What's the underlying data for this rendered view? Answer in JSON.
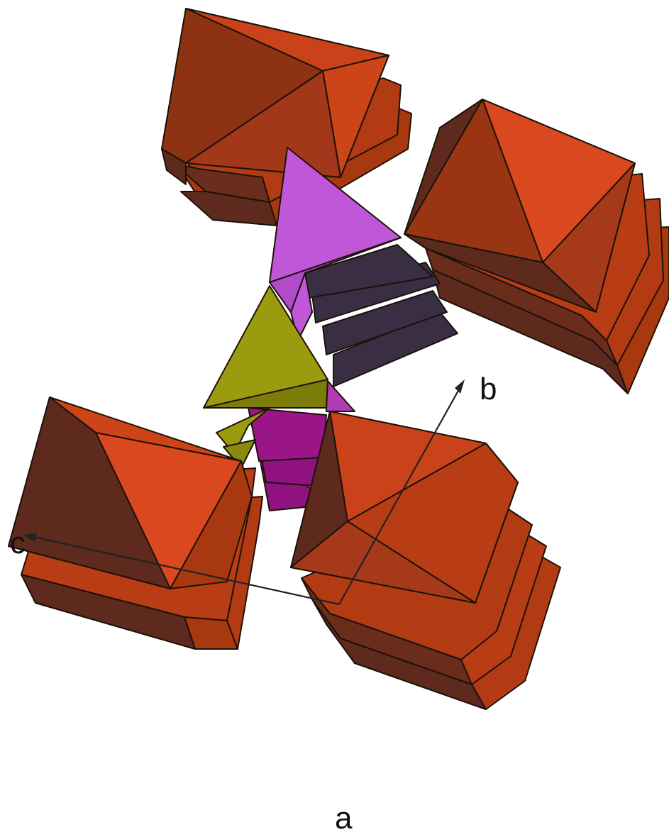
{
  "figure": {
    "colors": {
      "octahedron_light": "#d9481f",
      "octahedron_mid": "#b23b14",
      "octahedron_dark": "#5e2a1e",
      "tetrahedron_violet": "#c056d8",
      "tetrahedron_magenta": "#8f1280",
      "tetrahedron_olive": "#9a9b0e",
      "tetrahedron_slate": "#3a2e44",
      "edge": "#1b1208",
      "axis": "#222222"
    },
    "axes": [
      {
        "name": "axis-a",
        "label": "a"
      },
      {
        "name": "axis-b",
        "label": "b"
      },
      {
        "name": "axis-c",
        "label": "c"
      }
    ]
  }
}
